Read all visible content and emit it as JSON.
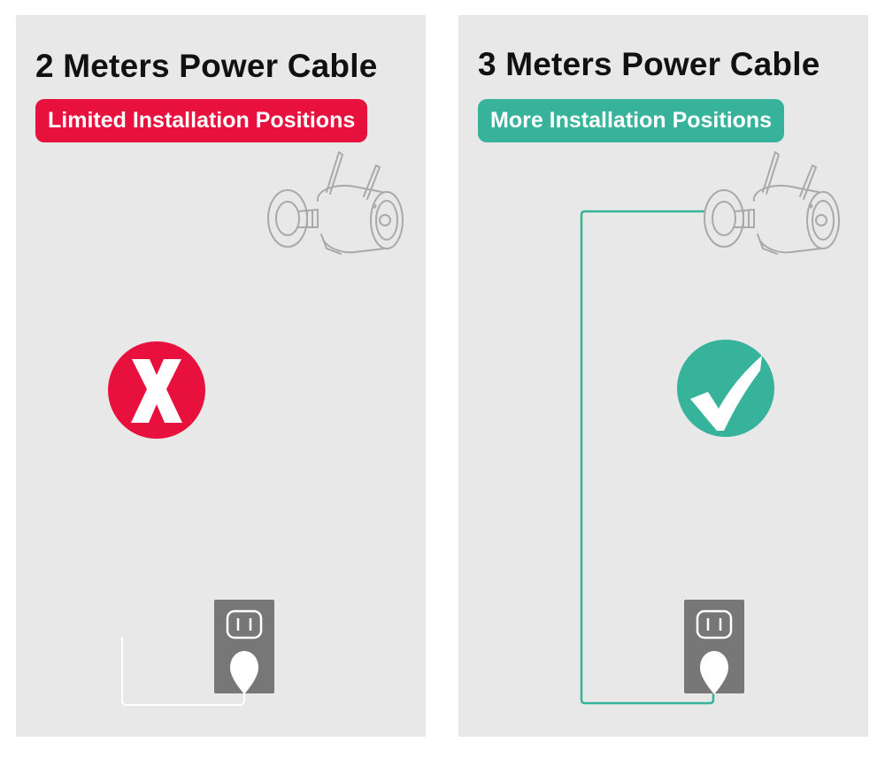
{
  "colors": {
    "background": "#e8e8e8",
    "negative": "#e8103c",
    "positive": "#38b39b",
    "outlet": "#777777",
    "line_art": "#a9a9a9"
  },
  "left_panel": {
    "title": "2 Meters Power Cable",
    "badge": "Limited Installation Positions",
    "status_icon": "cross-icon"
  },
  "right_panel": {
    "title": "3 Meters Power Cable",
    "badge": "More Installation Positions",
    "status_icon": "checkmark-icon"
  }
}
